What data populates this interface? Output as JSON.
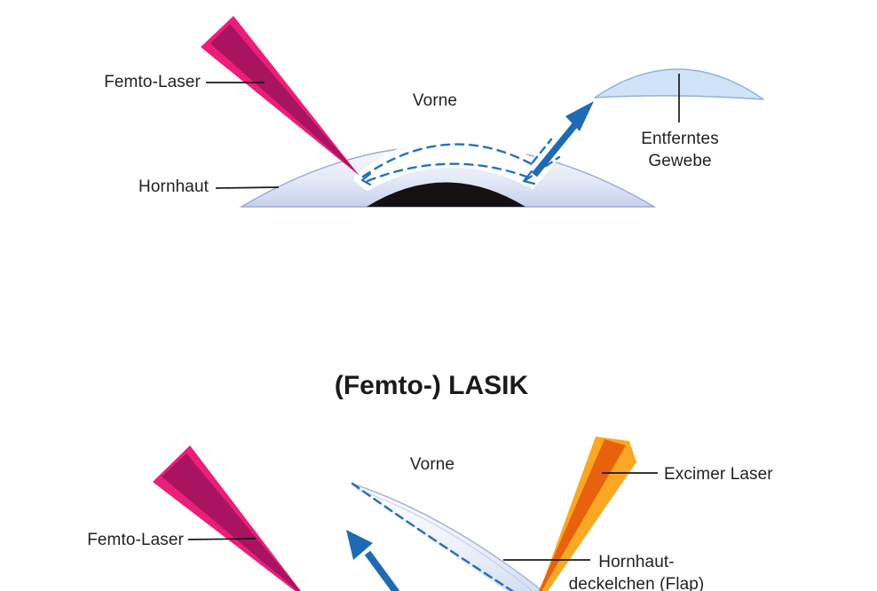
{
  "title": "(Femto-) LASIK",
  "colors": {
    "laser_pink": "#EC1E79",
    "laser_pink_dark": "#A8145F",
    "laser_orange_light": "#F8A823",
    "laser_orange": "#E8610D",
    "arrow_blue": "#1E6BB4",
    "dash_blue": "#2272BE",
    "flap_dash_blue": "#2A6FBF",
    "cornea_stroke": "#9FA8D8",
    "tissue_fill": "#CFE4F7",
    "tissue_stroke": "#8FB3DB",
    "pupil_black": "#151113",
    "leader_line": "#1A1A1A",
    "label_color": "#231F20"
  },
  "diagram_top": {
    "labels": {
      "femto_laser": "Femto-Laser",
      "hornhaut": "Hornhaut",
      "vorne": "Vorne",
      "removed_tissue_line1": "Entferntes",
      "removed_tissue_line2": "Gewebe"
    }
  },
  "diagram_bottom": {
    "labels": {
      "femto_laser": "Femto-Laser",
      "vorne": "Vorne",
      "excimer_laser": "Excimer Laser",
      "flap_line1": "Hornhaut-",
      "flap_line2": "deckelchen (Flap)"
    }
  }
}
